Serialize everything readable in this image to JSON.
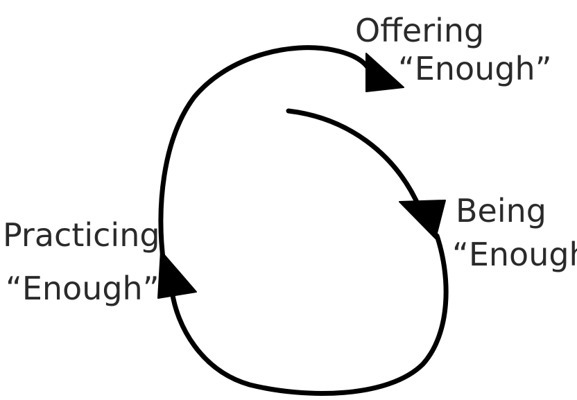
{
  "diagram": {
    "labels": {
      "offering_line1": "Offering",
      "offering_line2": "“Enough”",
      "being_line1": "Being",
      "being_line2": "“Enough”",
      "practicing_line1": "Practicing",
      "practicing_line2": "“Enough”"
    },
    "colors": {
      "stroke": "#000000",
      "text": "#2a2a2a",
      "background": "#ffffff"
    }
  }
}
